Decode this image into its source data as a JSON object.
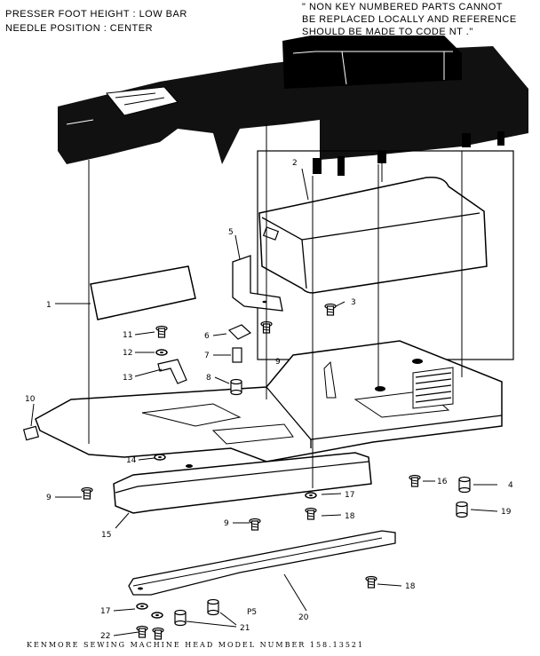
{
  "header_left": {
    "line1": "PRESSER FOOT HEIGHT : LOW BAR",
    "line2": "NEEDLE POSITION : CENTER"
  },
  "header_note": {
    "line1": "\" NON KEY NUMBERED PARTS CANNOT",
    "line2": "BE REPLACED LOCALLY AND REFERENCE",
    "line3": "SHOULD BE MADE TO CODE NT .\""
  },
  "footer": "KENMORE SEWING MACHINE HEAD MODEL NUMBER 158.13521",
  "callouts": {
    "c1": "1",
    "c2": "2",
    "c3": "3",
    "c4": "4",
    "c5": "5",
    "c6": "6",
    "c7": "7",
    "c8": "8",
    "c9a": "9",
    "c9b": "9",
    "c9c": "9",
    "c10": "10",
    "c11": "11",
    "c12": "12",
    "c13": "13",
    "c14": "14",
    "c15": "15",
    "c16": "16",
    "c17a": "17",
    "c17b": "17",
    "c18a": "18",
    "c18b": "18",
    "c19": "19",
    "c20": "20",
    "c21": "21",
    "c22": "22",
    "cp5": "P5"
  }
}
